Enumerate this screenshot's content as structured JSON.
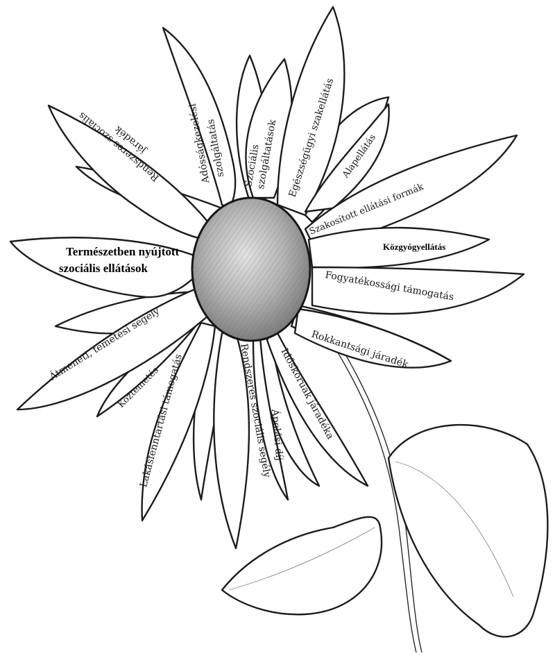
{
  "petals": {
    "nyujtott": [
      "Természetben nyújtott",
      "szociális ellátások"
    ],
    "rendszeres_szocialis_jaradek": [
      "Rendszeres szociális",
      "járadék"
    ],
    "adossagkezelesi": [
      "Adósságkezelési",
      "szolgáltatás"
    ],
    "szocialis_szolgaltatasok": [
      "Szociális",
      "szolgáltatások"
    ],
    "egeszsegugyi": "Egészségügyi szakellátás",
    "alapellatas": "Alapellátás",
    "szakositott": "Szakosított ellátási formák",
    "kozgyogyellatas": "Közgyógyellátás",
    "fogyatekossagi": "Fogyatékossági támogatás",
    "rokkantsagi": "Rokkantsági járadék",
    "idoskoruak": "Időskorúak járadéka",
    "apolasi": "Ápolási díj",
    "rendszeres_segely": "Rendszeres szociális segély",
    "lakasfenntartasi": "Lakásfenntartási támogatás",
    "koztemetes": "Köztemetés",
    "atmeneti": "Átmeneti, temetési segély"
  },
  "colors": {
    "ink": "#1a1a1a",
    "paper": "#ffffff",
    "center_shade": "#9a9a9a"
  },
  "style": "pencil-sketch"
}
